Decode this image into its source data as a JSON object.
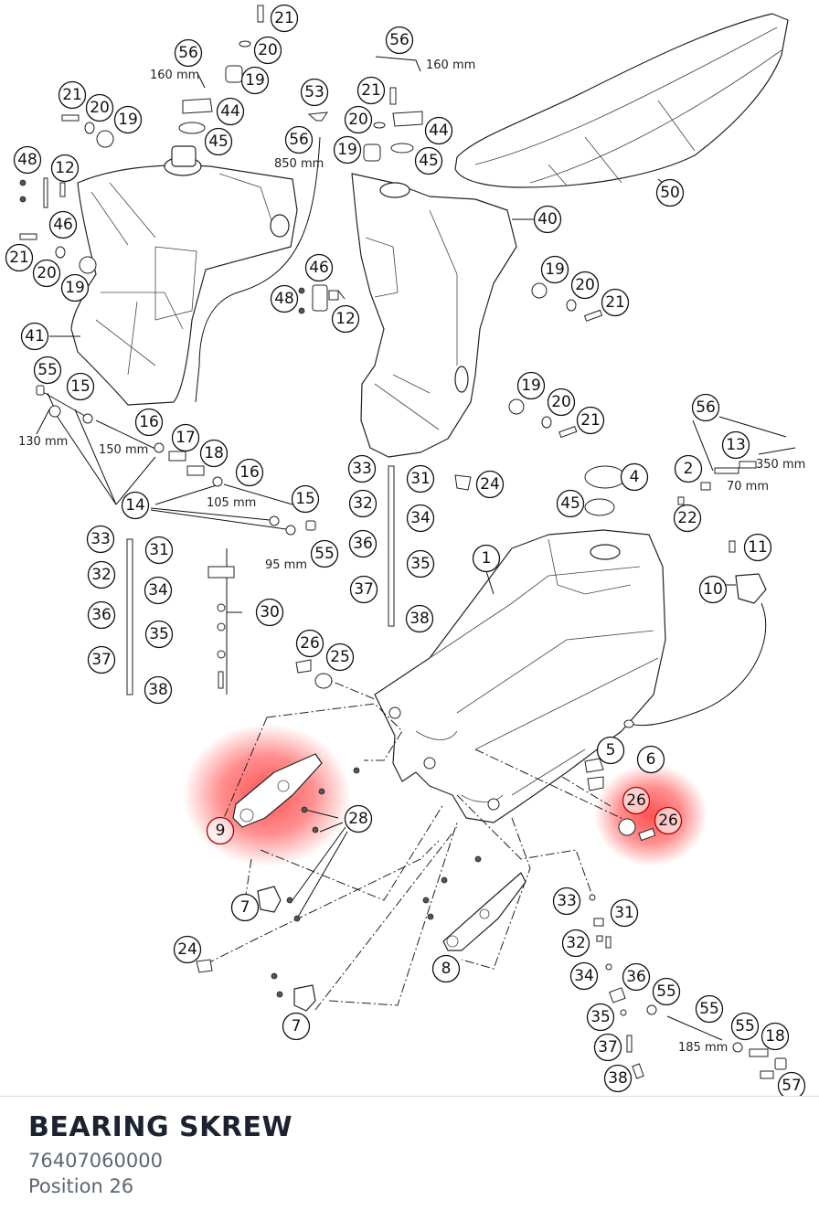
{
  "part_info": {
    "title": "BEARING SKREW",
    "part_number": "76407060000",
    "position": "Position 26"
  },
  "highlight_color": "#ff3333",
  "labels": [
    "21",
    "20",
    "56",
    "19",
    "44",
    "45",
    "53",
    "56",
    "21",
    "20",
    "44",
    "19",
    "45",
    "56",
    "21",
    "20",
    "19",
    "48",
    "12",
    "46",
    "21",
    "20",
    "19",
    "41",
    "55",
    "15",
    "16",
    "17",
    "18",
    "16",
    "15",
    "14",
    "55",
    "33",
    "31",
    "32",
    "34",
    "36",
    "35",
    "37",
    "38",
    "30",
    "46",
    "48",
    "12",
    "40",
    "19",
    "20",
    "21",
    "19",
    "20",
    "21",
    "33",
    "31",
    "32",
    "34",
    "36",
    "35",
    "37",
    "38",
    "24",
    "4",
    "45",
    "2",
    "22",
    "13",
    "56",
    "11",
    "10",
    "1",
    "26",
    "25",
    "5",
    "6",
    "26",
    "26",
    "9",
    "28",
    "7",
    "24",
    "8",
    "7",
    "33",
    "31",
    "32",
    "34",
    "36",
    "55",
    "55",
    "35",
    "55",
    "37",
    "18",
    "38",
    "57",
    "50"
  ],
  "highlighted_labels": [
    "26",
    "26",
    "9"
  ],
  "measurements": [
    "160 mm",
    "160 mm",
    "850 mm",
    "130 mm",
    "150 mm",
    "105 mm",
    "95 mm",
    "350 mm",
    "70 mm",
    "185 mm"
  ]
}
